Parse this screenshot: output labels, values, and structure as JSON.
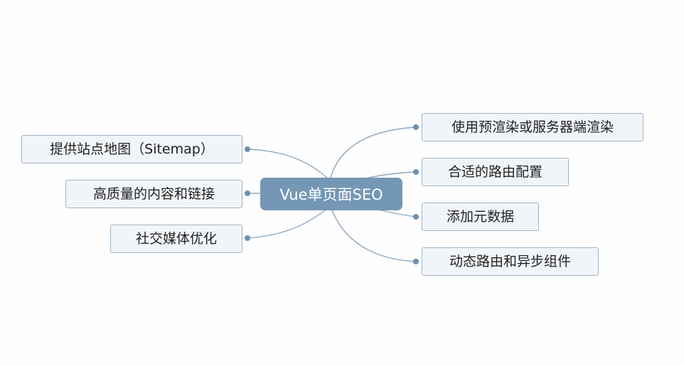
{
  "root": {
    "label": "Vue单页面SEO"
  },
  "right_branches": [
    {
      "label": "使用预渲染或服务器端渲染"
    },
    {
      "label": "合适的路由配置"
    },
    {
      "label": "添加元数据"
    },
    {
      "label": "动态路由和异步组件"
    }
  ],
  "left_branches": [
    {
      "label": "提供站点地图（Sitemap）"
    },
    {
      "label": "高质量的内容和链接"
    },
    {
      "label": "社交媒体优化"
    }
  ],
  "colors": {
    "root_fill": "#7497b5",
    "node_fill": "#f1f5f9",
    "node_border": "#9fb3c7",
    "connector": "#8fa8bf",
    "dot": "#6f90ae"
  }
}
